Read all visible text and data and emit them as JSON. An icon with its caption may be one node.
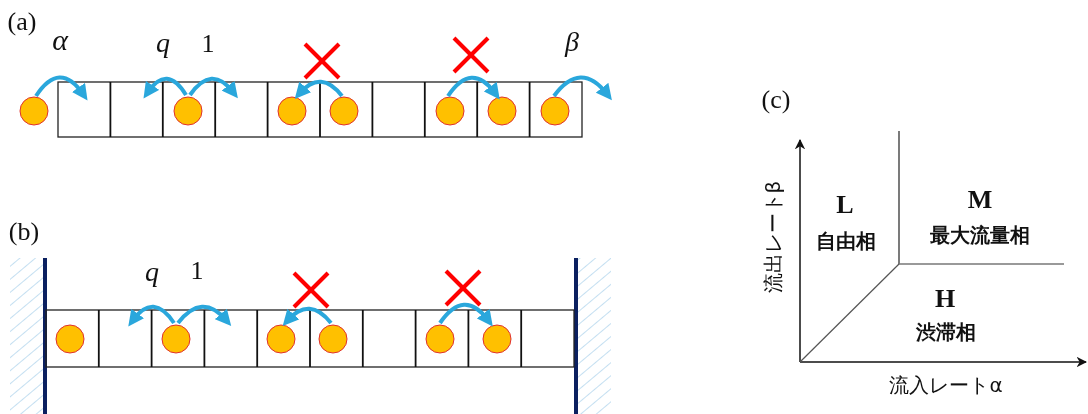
{
  "diagram": {
    "labels": [
      "(a)",
      "α",
      "q",
      "1",
      "β",
      "(b)",
      "q",
      "1",
      "(c)",
      "L",
      "自由相",
      "M",
      "最大流量相",
      "H",
      "渋滞相",
      "流出レートβ",
      "流入レートα"
    ]
  }
}
